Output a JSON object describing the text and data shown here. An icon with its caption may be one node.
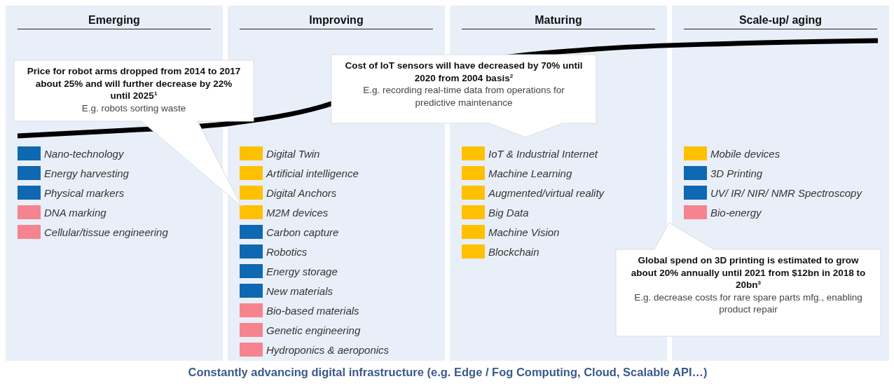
{
  "diagram": {
    "nodes": [
      {
        "text": [
          "Emerging"
        ]
      },
      {
        "text": [
          "Nano-technology"
        ],
        "in": 0
      },
      {
        "text": [
          "Energy harvesting"
        ],
        "in": 0
      },
      {
        "text": [
          "Physical markers"
        ],
        "in": 0
      },
      {
        "text": [
          "DNA marking"
        ],
        "in": 0
      },
      {
        "text": [
          "Cellular/tissue engineering"
        ],
        "in": 0
      },
      {
        "text": [
          "Improving"
        ]
      },
      {
        "text": [
          "Digital Twin"
        ],
        "in": 6
      },
      {
        "text": [
          "Artificial intelligence"
        ],
        "in": 6
      },
      {
        "text": [
          "Digital Anchors"
        ],
        "in": 6
      },
      {
        "text": [
          "M2M devices"
        ],
        "in": 6
      },
      {
        "text": [
          "Carbon capture"
        ],
        "in": 6
      },
      {
        "text": [
          "Robotics"
        ],
        "in": 6
      },
      {
        "text": [
          "Energy storage"
        ],
        "in": 6
      },
      {
        "text": [
          "New materials"
        ],
        "in": 6
      },
      {
        "text": [
          "Bio-based materials"
        ],
        "in": 6
      },
      {
        "text": [
          "Genetic engineering"
        ],
        "in": 6
      },
      {
        "text": [
          "Hydroponics & aeroponics"
        ],
        "in": 6
      },
      {
        "text": [
          "Maturing"
        ]
      },
      {
        "text": [
          "IoT & Industrial Internet"
        ],
        "in": 18
      },
      {
        "text": [
          "Machine Learning"
        ],
        "in": 18
      },
      {
        "text": [
          "Augmented/virtual reality"
        ],
        "in": 18
      },
      {
        "text": [
          "Big Data"
        ],
        "in": 18
      },
      {
        "text": [
          "Machine Vision"
        ],
        "in": 18
      },
      {
        "text": [
          "Blockchain"
        ],
        "in": 18
      },
      {
        "text": [
          "Scale-up/ aging"
        ]
      },
      {
        "text": [
          "Mobile devices"
        ],
        "in": 25
      },
      {
        "text": [
          "3D Printing"
        ],
        "in": 25
      },
      {
        "text": [
          "UV/ IR/ NIR/ NMR Spectroscopy"
        ],
        "in": 25
      },
      {
        "text": [
          "Bio-energy"
        ],
        "in": 25
      },
      {
        "text": [
          "Price for robot arms dropped from 2014 to 2017 about 25% and will further decrease by 22% until 2025$^{1}$",
          "E.g. robots sorting waste"
        ]
      },
      {
        "text": [
          "Cost of IoT sensors will have decreased by 70% until 2020 from 2004 basis$^{2}$",
          "E.g. recording real-time data from operations for predictive maintenance"
        ]
      },
      {
        "text": [
          "Global spend on 3D printing is estimated to grow about 20% annually until 2021 from $12bn in 2018 to 20bn$^{3}$",
          "E.g. decrease costs for rare spare parts mfg., enabling product repair"
        ]
      },
      {
        "text": [
          "Constantly advancing digital infrastructure (e.g. Edge / Fog Computing, Cloud, Scalable API…)"
        ]
      }
    ]
  }
}
